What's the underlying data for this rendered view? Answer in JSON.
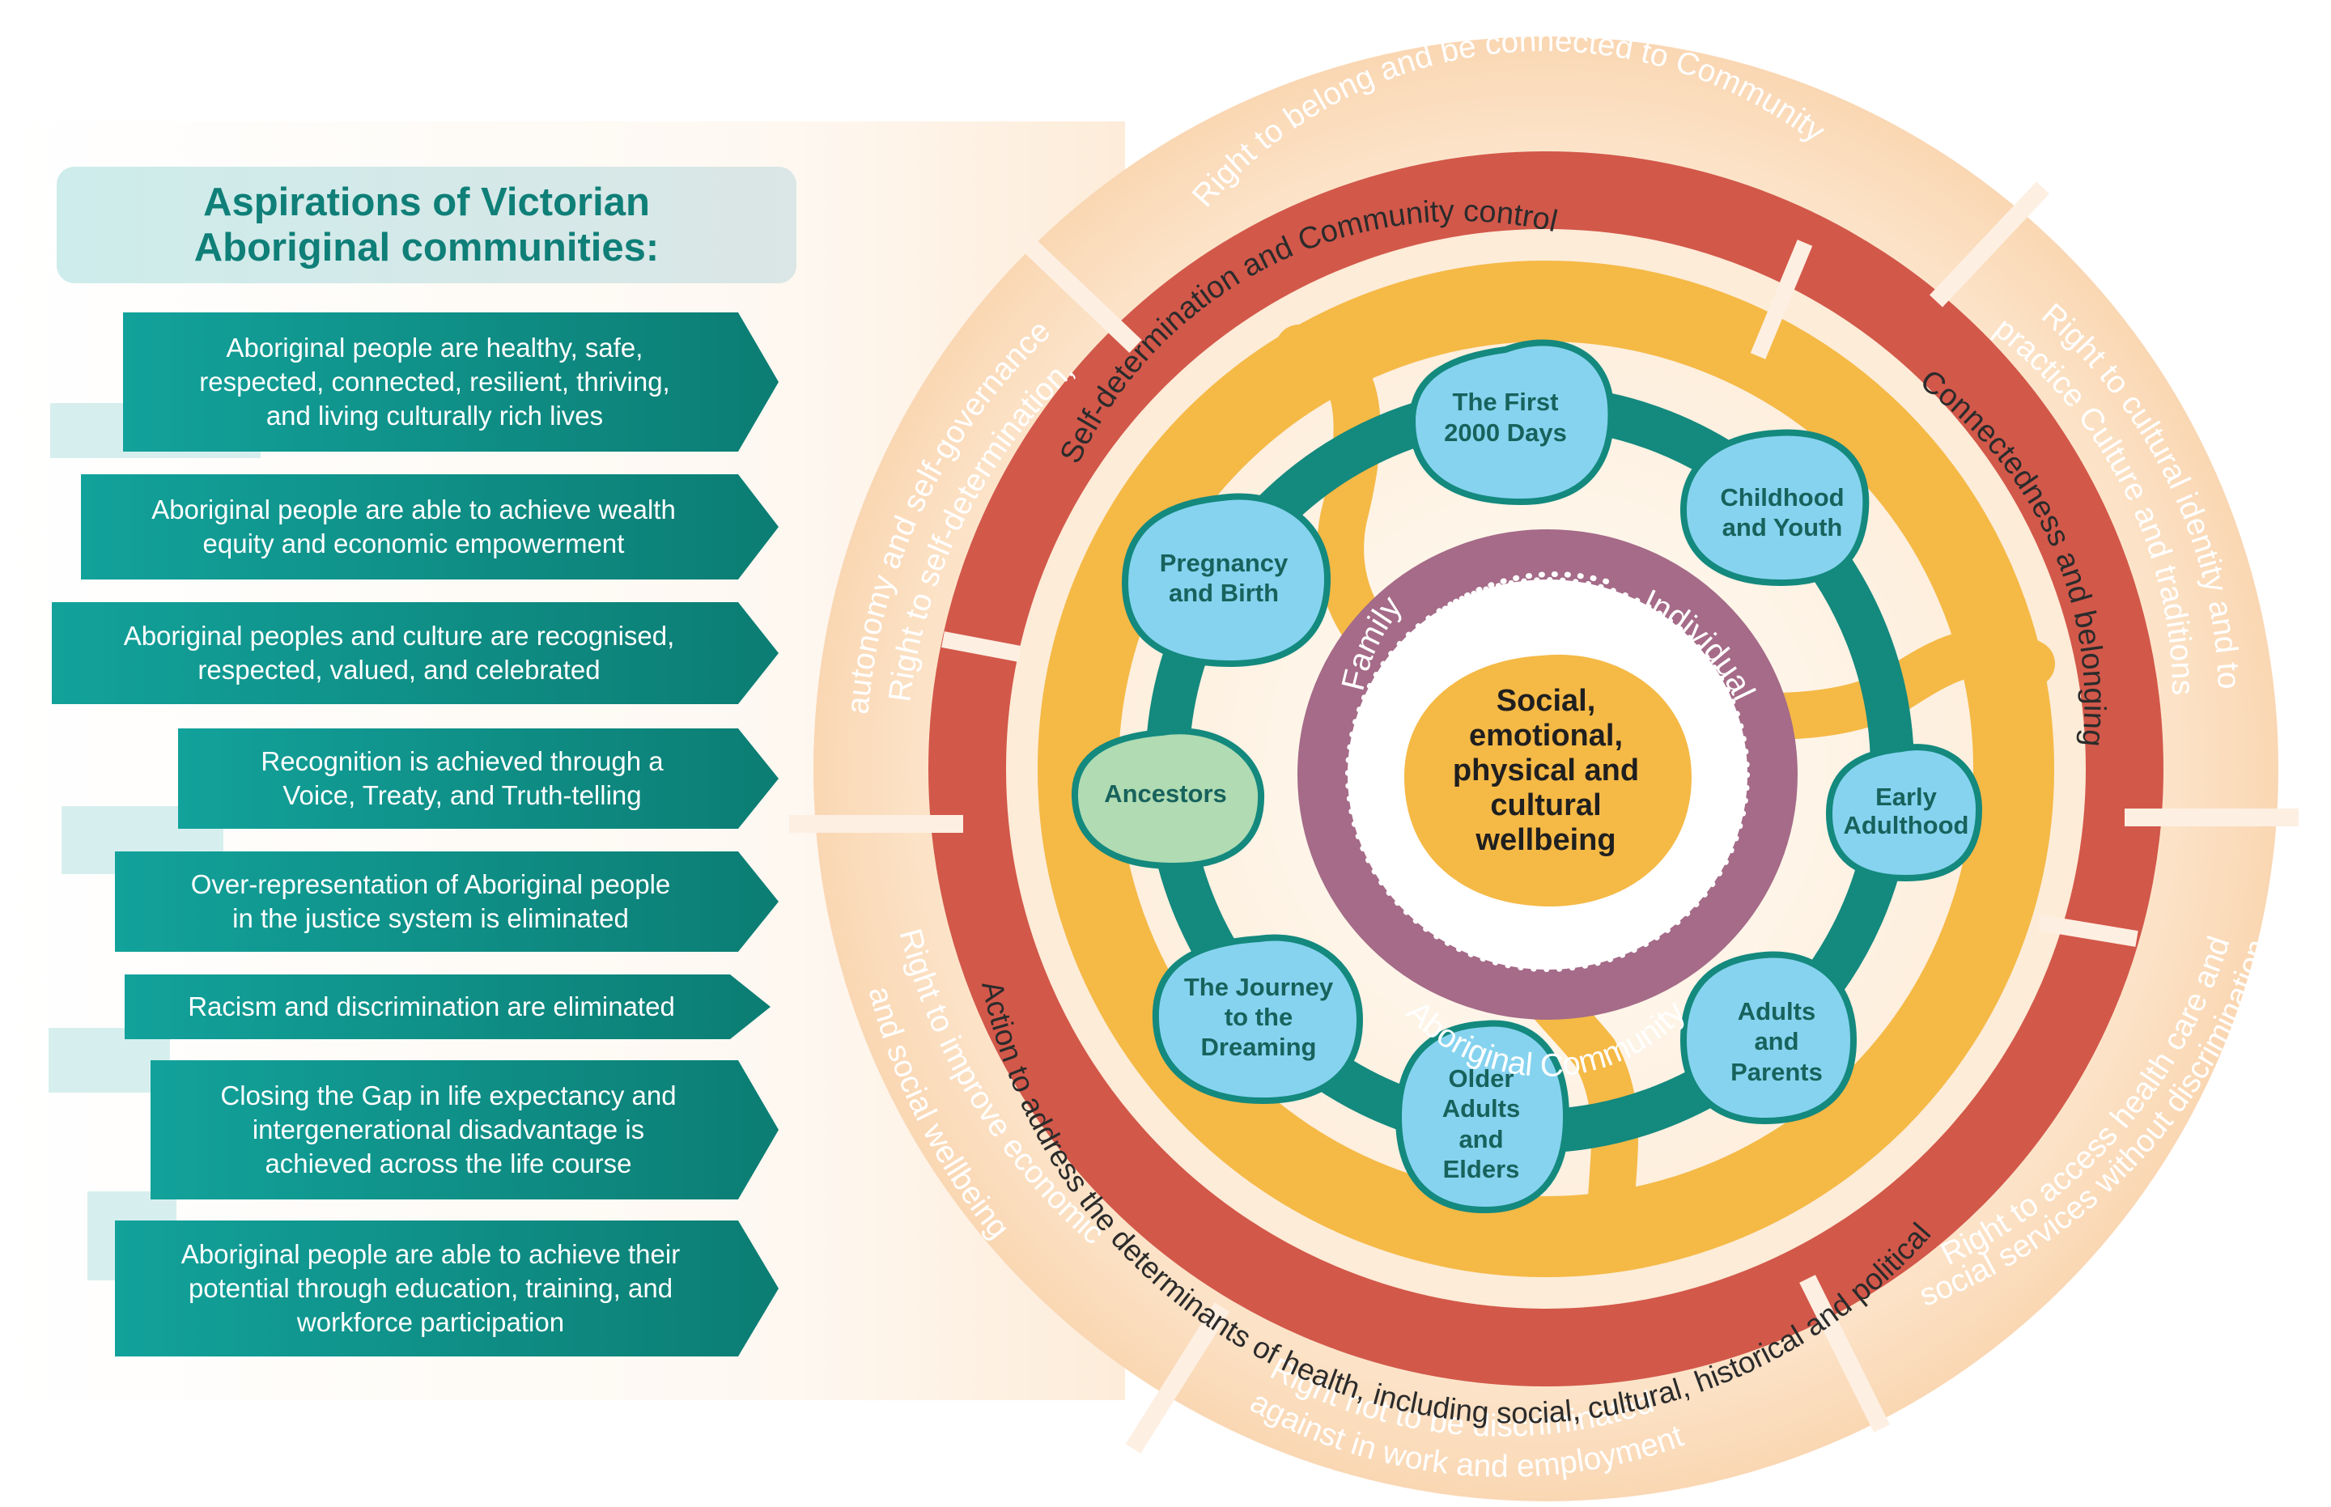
{
  "heading": {
    "line1": "Aspirations of Victorian",
    "line2": "Aboriginal communities:"
  },
  "aspirations": [
    {
      "lines": [
        "Aboriginal people are healthy, safe,",
        "respected, connected, resilient, thriving,",
        "and living culturally rich lives"
      ]
    },
    {
      "lines": [
        "Aboriginal people are able to achieve wealth",
        "equity and economic empowerment"
      ]
    },
    {
      "lines": [
        "Aboriginal peoples and culture are recognised,",
        "respected, valued, and celebrated"
      ]
    },
    {
      "lines": [
        "Recognition is achieved through a",
        "Voice, Treaty, and Truth-telling"
      ]
    },
    {
      "lines": [
        "Over-representation of Aboriginal people",
        "in the justice system is eliminated"
      ]
    },
    {
      "lines": [
        "Racism and discrimination are eliminated"
      ]
    },
    {
      "lines": [
        "Closing the Gap in life expectancy and",
        "intergenerational disadvantage is",
        "achieved across the life course"
      ]
    },
    {
      "lines": [
        "Aboriginal people are able to achieve their",
        "potential through education, training, and",
        "workforce participation"
      ]
    }
  ],
  "rights": {
    "top": "Right to belong and be connected to Community",
    "right_upper": [
      "Right to cultural identity and to",
      "practice Culture and traditions"
    ],
    "right_lower": [
      "Right to access health care and",
      "social services without discrimination"
    ],
    "bottom": [
      "Right not to be discriminated",
      "against in work and employment"
    ],
    "left_lower": [
      "Right to improve economic",
      "and social wellbeing"
    ],
    "left_upper": [
      "Right to self-determination,",
      "autonomy and self-governance"
    ]
  },
  "domains": {
    "self_determination": "Self-determination and Community control",
    "connectedness": "Connectedness and belonging",
    "action": "Action to address the determinants of health, including social, cultural, historical and political"
  },
  "life_stages": {
    "first_2000": [
      "The First",
      "2000 Days"
    ],
    "childhood": [
      "Childhood",
      "and Youth"
    ],
    "early_adulthood": [
      "Early",
      "Adulthood"
    ],
    "adults": [
      "Adults",
      "and",
      "Parents"
    ],
    "older": [
      "Older",
      "Adults",
      "and",
      "Elders"
    ],
    "journey": [
      "The Journey",
      "to the",
      "Dreaming"
    ],
    "ancestors": [
      "Ancestors"
    ],
    "pregnancy": [
      "Pregnancy",
      "and Birth"
    ]
  },
  "community_ring": {
    "family": "Family",
    "individual": "Individual",
    "community": "Aboriginal Community"
  },
  "center": [
    "Social,",
    "emotional,",
    "physical and",
    "cultural",
    "wellbeing"
  ],
  "colors": {
    "red": "#d2584a",
    "amber": "#f5b946",
    "teal": "#14897e",
    "blue": "#86d3ef",
    "green": "#b0dbb3",
    "purple": "#a56b88"
  }
}
